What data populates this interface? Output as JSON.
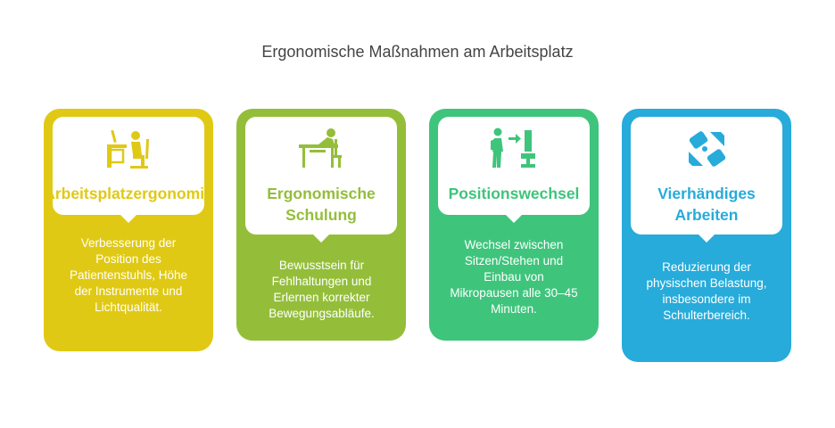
{
  "title": "Ergonomische Maßnahmen am Arbeitsplatz",
  "colors": {
    "yellow": "#E0C914",
    "green": "#94BE3A",
    "teal": "#3FC47C",
    "blue": "#27ABDA"
  },
  "cards": [
    {
      "title": "Arbeitsplatzergonomie",
      "icon": "workstation-desk-icon",
      "description": "Verbesserung der Position des Patientenstuhls, Höhe der Instrumente und Lichtqualität."
    },
    {
      "title": "Ergonomische Schulung",
      "icon": "person-at-desk-icon",
      "description": "Bewusstsein für Fehlhaltungen und Erlernen korrekter Bewegungsabläufe."
    },
    {
      "title": "Positionswechsel",
      "icon": "person-to-chair-icon",
      "description": "Wechsel zwischen Sitzen/Stehen und Einbau von Mikropausen alle 30–45 Minuten."
    },
    {
      "title": "Vierhändiges Arbeiten",
      "icon": "four-hands-icon",
      "description": "Reduzierung der physischen Belastung, insbesondere im Schulterbereich."
    }
  ]
}
